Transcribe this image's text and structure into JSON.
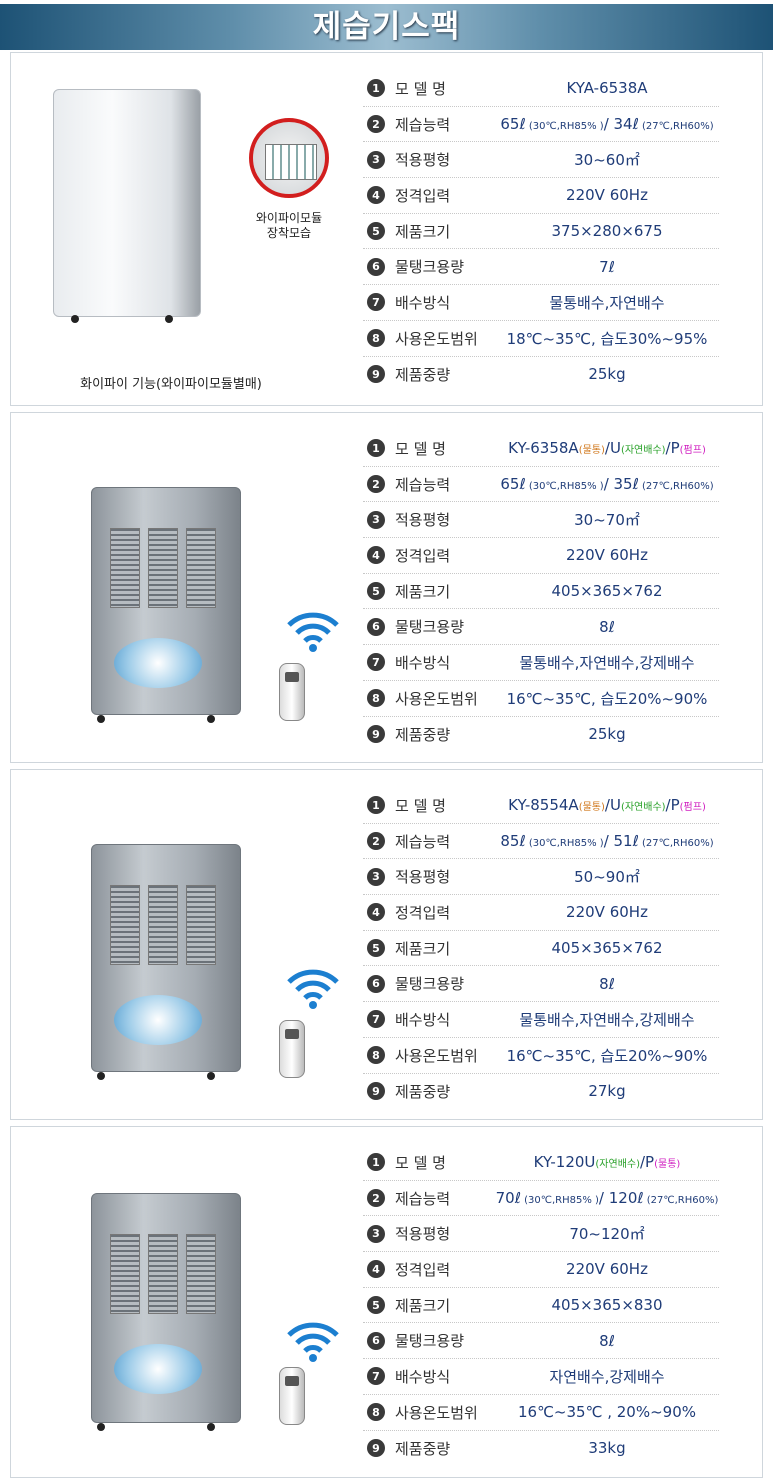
{
  "title": "제습기스팩",
  "labels": [
    "모 델 명",
    "제습능력",
    "적용평형",
    "정격입력",
    "제품크기",
    "물탱크용량",
    "배수방식",
    "사용온도범위",
    "제품중량"
  ],
  "colors": {
    "value": "#1f3c78",
    "orange": "#d0781e",
    "green": "#2aa12a",
    "magenta": "#d020c0"
  },
  "products": [
    {
      "caption_module": "와이파이모듈\n장착모습",
      "caption_bottom": "화이파이 기능(와이파이모듈별매)",
      "specs": [
        [
          {
            "t": "KYA-6538A"
          }
        ],
        [
          {
            "t": "65ℓ"
          },
          {
            "t": " (30℃,RH85% )",
            "s": 1
          },
          {
            "t": "/ 34ℓ"
          },
          {
            "t": " (27℃,RH60%)",
            "s": 1
          }
        ],
        [
          {
            "t": "30~60㎡"
          }
        ],
        [
          {
            "t": "220V 60Hz"
          }
        ],
        [
          {
            "t": "375×280×675"
          }
        ],
        [
          {
            "t": "7ℓ"
          }
        ],
        [
          {
            "t": "물통배수,자연배수"
          }
        ],
        [
          {
            "t": "18℃~35℃, 습도30%~95%"
          }
        ],
        [
          {
            "t": "25kg"
          }
        ]
      ]
    },
    {
      "specs": [
        [
          {
            "t": "KY-6358A"
          },
          {
            "t": "(물통)",
            "s": 1,
            "c": "orange"
          },
          {
            "t": "/U"
          },
          {
            "t": "(자연배수)",
            "s": 1,
            "c": "green"
          },
          {
            "t": "/P"
          },
          {
            "t": "(펌프)",
            "s": 1,
            "c": "magenta"
          }
        ],
        [
          {
            "t": "65ℓ"
          },
          {
            "t": " (30℃,RH85% )",
            "s": 1
          },
          {
            "t": "/ 35ℓ"
          },
          {
            "t": " (27℃,RH60%)",
            "s": 1
          }
        ],
        [
          {
            "t": "30~70㎡"
          }
        ],
        [
          {
            "t": "220V 60Hz"
          }
        ],
        [
          {
            "t": "405×365×762"
          }
        ],
        [
          {
            "t": "8ℓ"
          }
        ],
        [
          {
            "t": "물통배수,자연배수,강제배수"
          }
        ],
        [
          {
            "t": "16℃~35℃, 습도20%~90%"
          }
        ],
        [
          {
            "t": "25kg"
          }
        ]
      ]
    },
    {
      "specs": [
        [
          {
            "t": "KY-8554A"
          },
          {
            "t": "(물통)",
            "s": 1,
            "c": "orange"
          },
          {
            "t": "/U"
          },
          {
            "t": "(자연배수)",
            "s": 1,
            "c": "green"
          },
          {
            "t": "/P"
          },
          {
            "t": "(펌프)",
            "s": 1,
            "c": "magenta"
          }
        ],
        [
          {
            "t": "85ℓ"
          },
          {
            "t": " (30℃,RH85% )",
            "s": 1
          },
          {
            "t": "/ 51ℓ"
          },
          {
            "t": " (27℃,RH60%)",
            "s": 1
          }
        ],
        [
          {
            "t": "50~90㎡"
          }
        ],
        [
          {
            "t": "220V 60Hz"
          }
        ],
        [
          {
            "t": "405×365×762"
          }
        ],
        [
          {
            "t": "8ℓ"
          }
        ],
        [
          {
            "t": "물통배수,자연배수,강제배수"
          }
        ],
        [
          {
            "t": "16℃~35℃, 습도20%~90%"
          }
        ],
        [
          {
            "t": "27kg"
          }
        ]
      ]
    },
    {
      "specs": [
        [
          {
            "t": "KY-120U"
          },
          {
            "t": "(자연배수)",
            "s": 1,
            "c": "green"
          },
          {
            "t": "/P"
          },
          {
            "t": "(물통)",
            "s": 1,
            "c": "magenta"
          }
        ],
        [
          {
            "t": "70ℓ"
          },
          {
            "t": " (30℃,RH85% )",
            "s": 1
          },
          {
            "t": "/ 120ℓ"
          },
          {
            "t": " (27℃,RH60%)",
            "s": 1
          }
        ],
        [
          {
            "t": "70~120㎡"
          }
        ],
        [
          {
            "t": "220V 60Hz"
          }
        ],
        [
          {
            "t": "405×365×830"
          }
        ],
        [
          {
            "t": "8ℓ"
          }
        ],
        [
          {
            "t": "자연배수,강제배수"
          }
        ],
        [
          {
            "t": "16℃~35℃ , 20%~90%"
          }
        ],
        [
          {
            "t": "33kg"
          }
        ]
      ]
    }
  ]
}
